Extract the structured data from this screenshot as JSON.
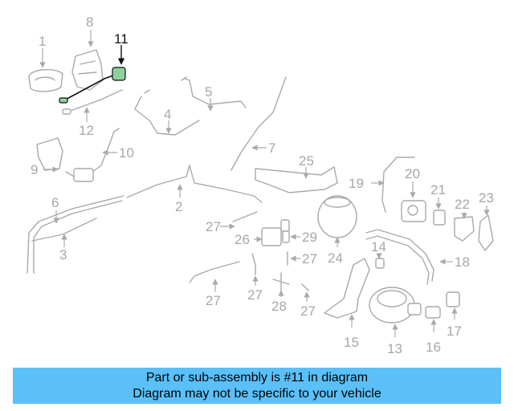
{
  "diagram": {
    "callouts": [
      "1",
      "8",
      "11",
      "5",
      "4",
      "12",
      "7",
      "10",
      "9",
      "25",
      "19",
      "20",
      "21",
      "22",
      "23",
      "6",
      "2",
      "27",
      "26",
      "29",
      "3",
      "24",
      "14",
      "18",
      "27",
      "27",
      "27",
      "28",
      "27",
      "15",
      "13",
      "16",
      "17"
    ],
    "highlighted_part": "11",
    "colors": {
      "part_line": "#a9a9a9",
      "highlight": "#111111",
      "highlight_fill": "#8fd19e",
      "banner": "#5bc0f8"
    }
  },
  "footer": {
    "line1": "Part or sub-assembly is #11 in diagram",
    "line2": "Diagram may not be specific to your vehicle"
  }
}
